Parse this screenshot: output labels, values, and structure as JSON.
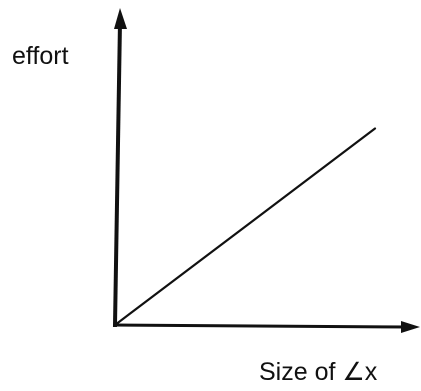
{
  "chart_data": {
    "type": "line",
    "ylabel": "effort",
    "xlabel": "Size of ∠x",
    "xlim": [
      0,
      10
    ],
    "ylim": [
      0,
      10
    ],
    "grid": false,
    "ticks": false,
    "series": [
      {
        "x": [
          0,
          10
        ],
        "y": [
          0,
          7.5
        ]
      }
    ],
    "colors": {
      "axis": "#111111",
      "line": "#111111"
    }
  }
}
